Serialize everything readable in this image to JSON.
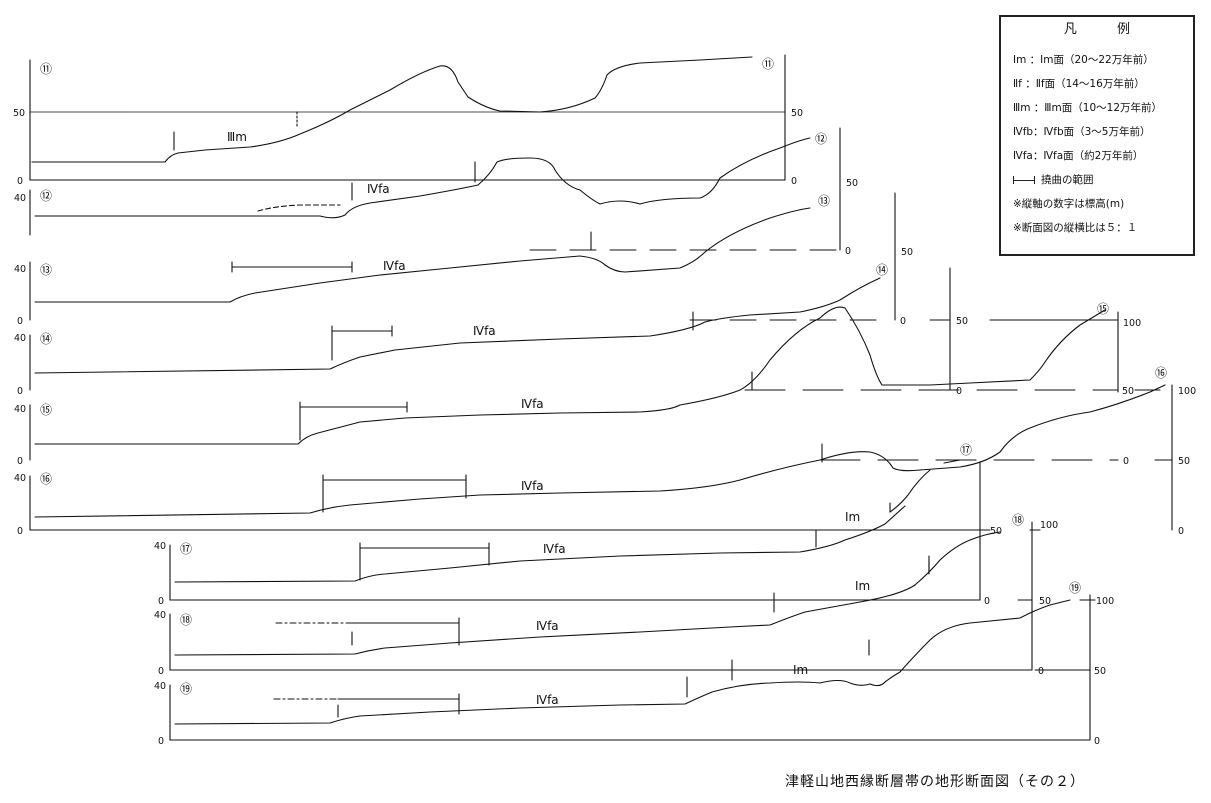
{
  "legend": {
    "title": "凡 例",
    "items": [
      "Ⅰm ：Ⅰm面（20〜22万年前）",
      "Ⅱf ：Ⅱf面（14〜16万年前）",
      "Ⅲm ：Ⅲm面（10〜12万年前）",
      "Ⅳfb：Ⅳfb面（3〜5万年前）",
      "Ⅳfa：Ⅳfa面（約2万年前）"
    ],
    "flexure_label": "撓曲の範囲",
    "notes": [
      "※縦軸の数字は標高(m)",
      "※断面図の縦横比は５：１"
    ]
  },
  "caption": "津軽山地西縁断層帯の地形断面図（その２）",
  "profiles": [
    {
      "id": "⑪",
      "left_ticks": [
        "50",
        "0"
      ],
      "right_marker": "⑪",
      "right_ticks": [
        "50",
        "0"
      ],
      "surface_labels": [
        "Ⅲm"
      ]
    },
    {
      "id": "⑫",
      "left_ticks": [
        "40"
      ],
      "right_marker": "⑫",
      "right_ticks": [
        "50",
        "0"
      ],
      "surface_labels": [
        "Ⅳfa"
      ]
    },
    {
      "id": "⑬",
      "left_ticks": [
        "40",
        "0"
      ],
      "right_marker": "⑬",
      "right_ticks": [
        "50",
        "0"
      ],
      "surface_labels": [
        "Ⅳfa"
      ]
    },
    {
      "id": "⑭",
      "left_ticks": [
        "40",
        "0"
      ],
      "right_marker": "⑭",
      "right_ticks": [
        "50",
        "0"
      ],
      "surface_labels": [
        "Ⅳfa"
      ]
    },
    {
      "id": "⑮",
      "left_ticks": [
        "40",
        "0"
      ],
      "right_marker": "⑮",
      "right_ticks": [
        "100",
        "50",
        "0"
      ],
      "surface_labels": [
        "Ⅳfa"
      ]
    },
    {
      "id": "⑯",
      "left_ticks": [
        "40",
        "0"
      ],
      "right_marker": "⑯",
      "right_ticks": [
        "100",
        "50",
        "0"
      ],
      "surface_labels": [
        "Ⅳfa",
        "Ⅰm"
      ]
    },
    {
      "id": "⑰",
      "left_ticks": [
        "40",
        "0"
      ],
      "right_marker": "⑰",
      "right_ticks": [
        "50",
        "0"
      ],
      "surface_labels": [
        "Ⅳfa",
        "Ⅰm"
      ]
    },
    {
      "id": "⑱",
      "left_ticks": [
        "40",
        "0"
      ],
      "right_marker": "⑱",
      "right_ticks": [
        "100",
        "50",
        "0"
      ],
      "surface_labels": [
        "Ⅳfa",
        "Ⅰm"
      ]
    },
    {
      "id": "⑲",
      "left_ticks": [
        "40",
        "0"
      ],
      "right_marker": "⑲",
      "right_ticks": [
        "100",
        "50",
        "0"
      ],
      "surface_labels": [
        "Ⅳfa"
      ]
    }
  ]
}
